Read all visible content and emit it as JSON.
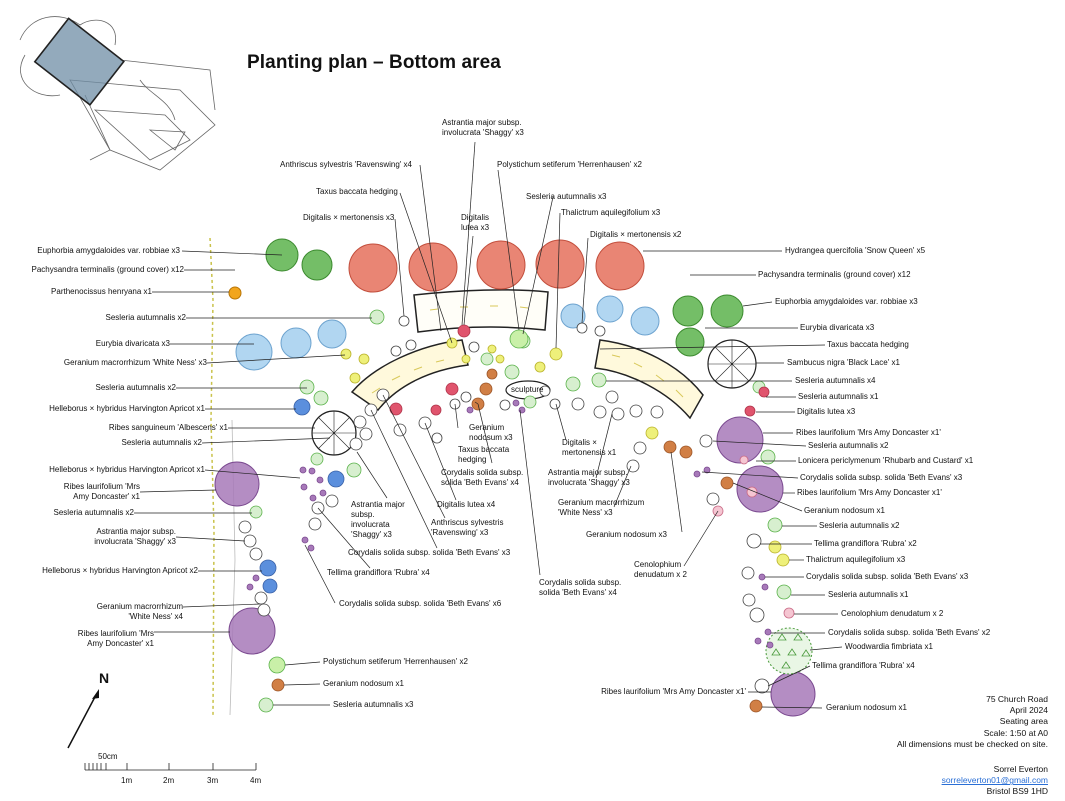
{
  "title": "Planting plan – Bottom area",
  "north": "N",
  "scale_bar": {
    "small_label": "50cm",
    "labels": [
      "1m",
      "2m",
      "3m",
      "4m"
    ]
  },
  "info": {
    "address": "75 Church Road",
    "date": "April 2024",
    "area": "Seating area",
    "scale": "Scale: 1:50 at A0",
    "note": "All dimensions must be checked on site."
  },
  "signature": {
    "name": "Sorrel Everton",
    "email": "sorreleverton01@gmail.com",
    "city": "Bristol BS9 1HD"
  },
  "sculpture_label": "sculpture",
  "colors": {
    "red": "#e5705c",
    "green": "#5cb34c",
    "blue": "#a9d1f0",
    "purple": "#a779b9",
    "pink": "#e0546d",
    "brown": "#d17f45",
    "yellow": "#eef07a",
    "orange": "#f2a51c",
    "midblue": "#5b8fdd"
  },
  "labels": {
    "l01": "Euphorbia amygdaloides var. robbiae x3",
    "l02": "Pachysandra terminalis (ground cover) x12",
    "l03": "Parthenocissus henryana x1",
    "l04": "Sesleria autumnalis x2",
    "l05": "Eurybia divaricata x3",
    "l06": "Geranium macrorrhizum 'White Ness' x3",
    "l07": "Sesleria autumnalis x2",
    "l08": "Helleborus × hybridus Harvington Apricot x1",
    "l09": "Ribes sanguineum 'Albescens' x1",
    "l10": "Sesleria autumnalis x2",
    "l11": "Helleborus × hybridus Harvington Apricot x1",
    "l12": "Ribes laurifolium 'Mrs\nAmy Doncaster' x1",
    "l13": "Sesleria autumnalis x2",
    "l14": "Astrantia major subsp.\ninvolucrata 'Shaggy' x3",
    "l15": "Helleborus × hybridus Harvington Apricot x2",
    "l16": "Geranium macrorrhizum\n'White Ness' x4",
    "l17": "Ribes laurifolium 'Mrs\nAmy Doncaster' x1",
    "l18": "Anthriscus sylvestris 'Ravenswing' x4",
    "l19": "Taxus baccata hedging",
    "l20": "Digitalis × mertonensis x3",
    "l21": "Astrantia major subsp.\ninvolucrata 'Shaggy' x3",
    "l22": "Digitalis\nlutea x3",
    "l23": "Polystichum setiferum 'Herrenhausen' x2",
    "l24": "Sesleria autumnalis x3",
    "l25": "Thalictrum aquilegifolium x3",
    "l26": "Digitalis × mertonensis x2",
    "l27": "Hydrangea quercifolia 'Snow Queen' x5",
    "l28": "Pachysandra terminalis (ground cover) x12",
    "l29": "Euphorbia amygdaloides var. robbiae x3",
    "l30": "Eurybia divaricata x3",
    "l31": "Taxus baccata hedging",
    "l32": "Sambucus nigra 'Black Lace' x1",
    "l33": "Sesleria autumnalis x4",
    "l34": "Sesleria autumnalis x1",
    "l35": "Digitalis lutea x3",
    "l36": "Ribes laurifolium 'Mrs Amy Doncaster x1'",
    "l37": "Sesleria autumnalis x2",
    "l38": "Lonicera periclymenum 'Rhubarb and Custard' x1",
    "l39": "Corydalis solida subsp. solida 'Beth Evans' x3",
    "l40": "Ribes laurifolium 'Mrs Amy Doncaster x1'",
    "l41": "Geranium nodosum x1",
    "l42": "Sesleria autumnalis x2",
    "l43": "Tellima grandiflora 'Rubra' x2",
    "l44": "Thalictrum aquilegifolium x3",
    "l45": "Corydalis solida subsp. solida 'Beth Evans' x3",
    "l46": "Sesleria autumnalis x1",
    "l47": "Cenolophium denudatum x 2",
    "l48": "Corydalis solida subsp. solida 'Beth Evans' x2",
    "l49": "Woodwardia fimbriata x1",
    "l50": "Tellima grandiflora 'Rubra' x4",
    "l51": "Ribes laurifolium 'Mrs Amy Doncaster x1'",
    "l52": "Geranium nodosum x1",
    "l53": "Geranium\nnodosum x3",
    "l54": "Taxus baccata\nhedging",
    "l55": "Corydalis solida subsp.\nsolida 'Beth Evans' x4",
    "l56": "Digitalis lutea x4",
    "l57": "Astrantia major\nsubsp.\ninvolucrata\n'Shaggy' x3",
    "l58": "Anthriscus sylvestris\n'Ravenswing' x3",
    "l59": "Corydalis solida subsp. solida 'Beth Evans' x3",
    "l60": "Tellima grandiflora 'Rubra' x4",
    "l61": "Corydalis solida subsp. solida 'Beth Evans' x6",
    "l62": "Polystichum setiferum 'Herrenhausen' x2",
    "l63": "Geranium nodosum x1",
    "l64": "Sesleria autumnalis x3",
    "l65": "Digitalis ×\nmertonensis x1",
    "l66": "Astrantia major subsp.\ninvolucrata 'Shaggy' x3",
    "l67": "Geranium macrorrhizum\n'White Ness' x3",
    "l68": "Geranium nodosum x3",
    "l69": "Cenolophium\ndenudatum x 2",
    "l70": "Corydalis solida subsp.\nsolida 'Beth Evans' x4"
  }
}
